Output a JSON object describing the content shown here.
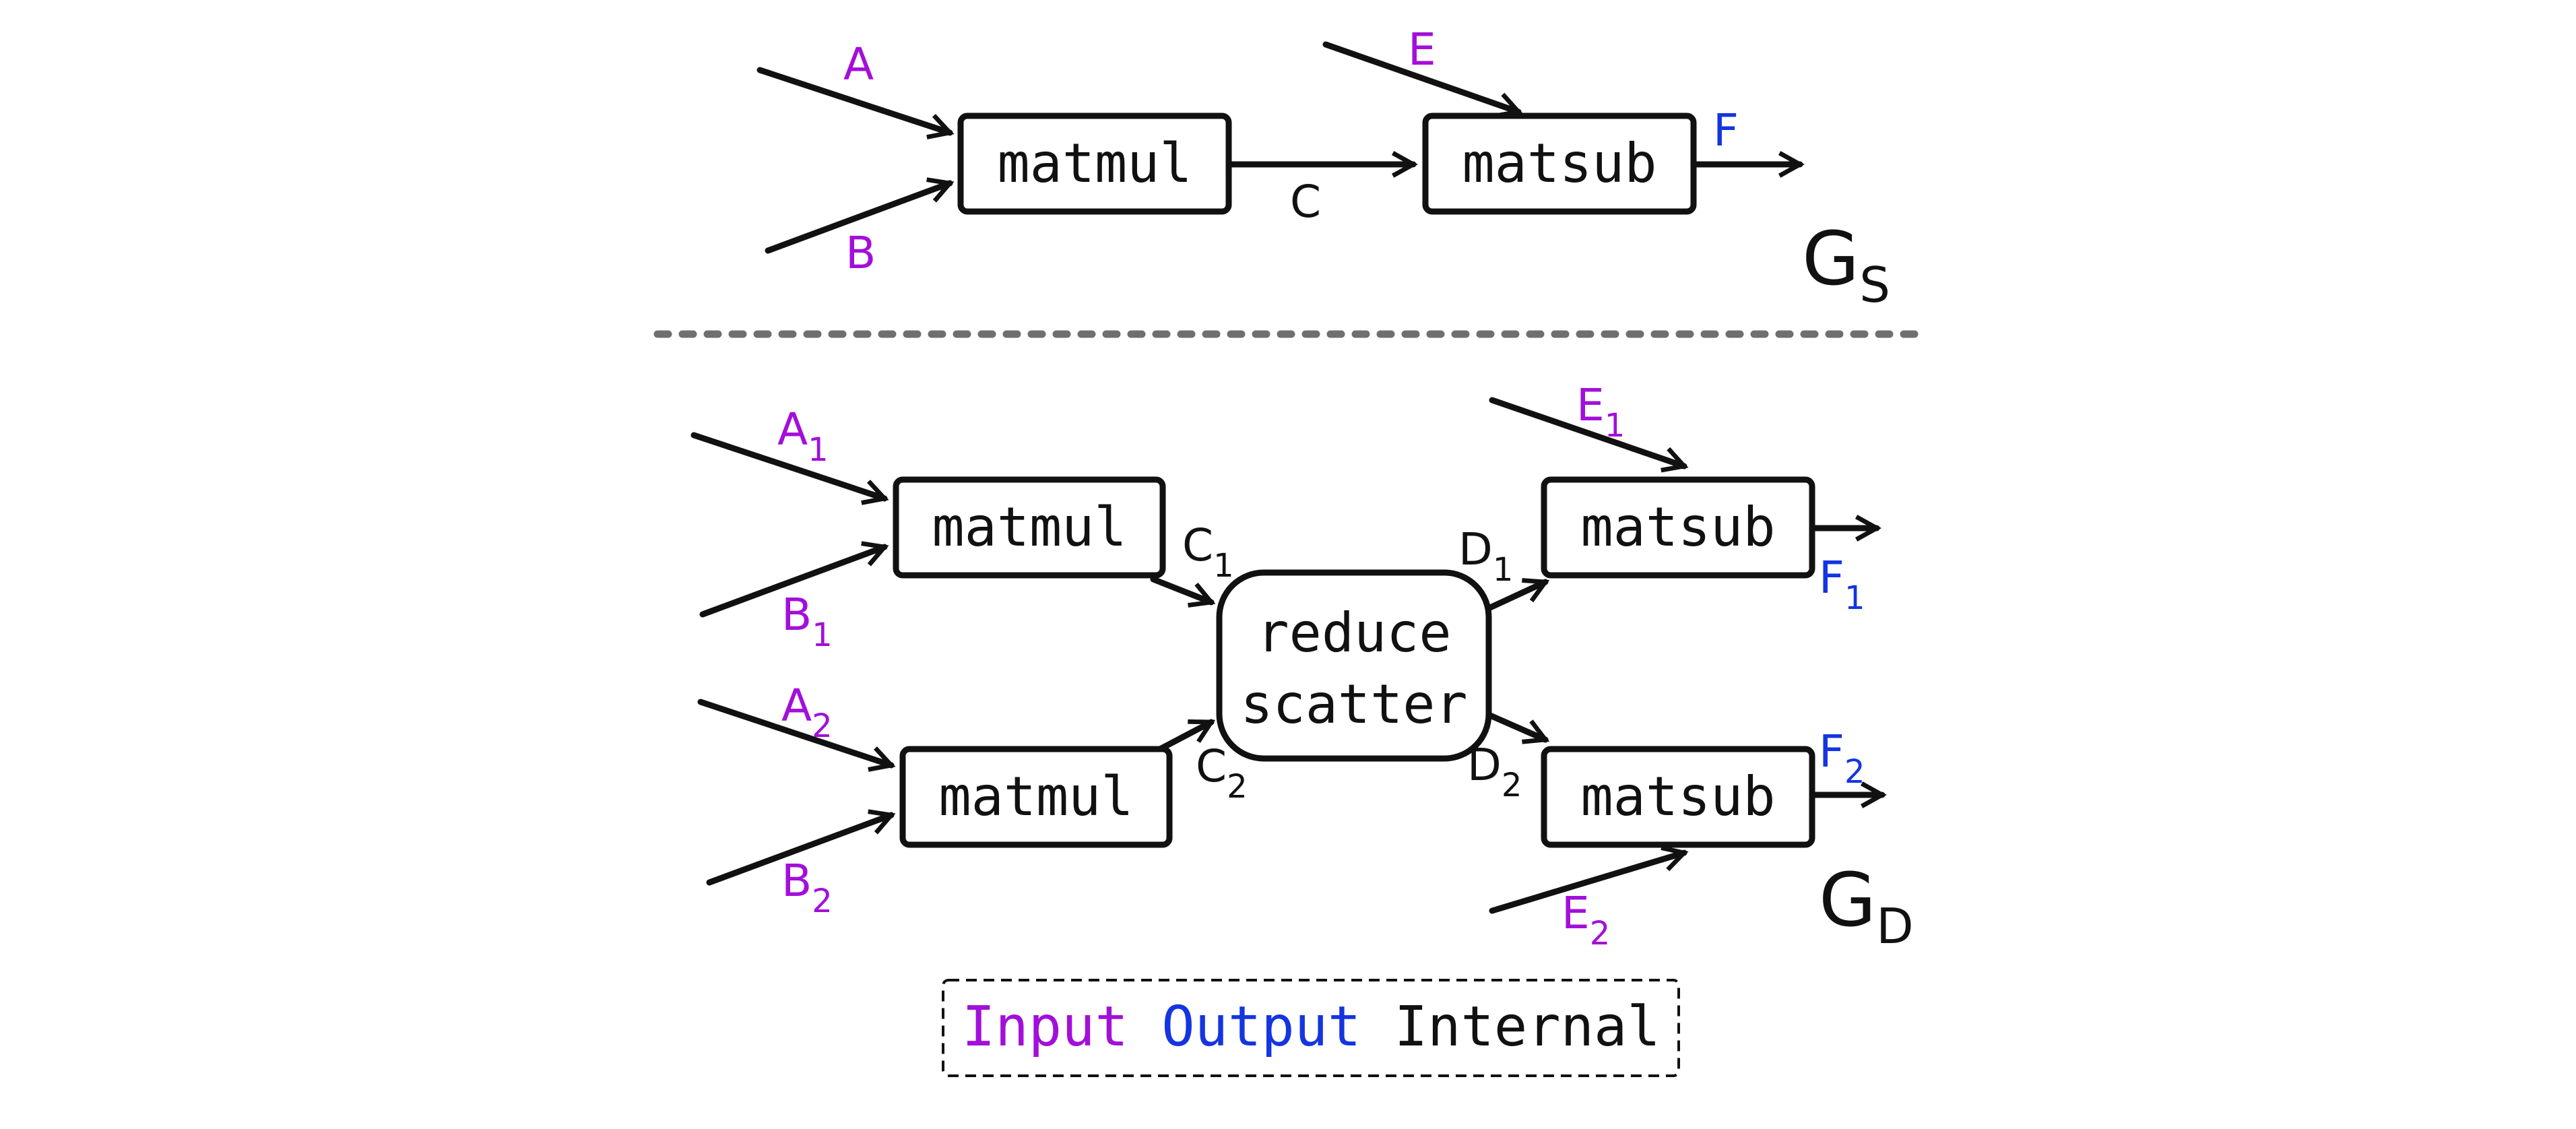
{
  "colors": {
    "input": "#a20fd9",
    "output": "#1435e0",
    "internal": "#111111",
    "divider": "#6f6f6f"
  },
  "source_graph": {
    "name": "G",
    "name_sub": "S",
    "nodes": {
      "matmul": "matmul",
      "matsub": "matsub"
    },
    "edges": {
      "a": "A",
      "b": "B",
      "c": "C",
      "e": "E",
      "f": "F"
    }
  },
  "distributed_graph": {
    "name": "G",
    "name_sub": "D",
    "nodes": {
      "matmul1": "matmul",
      "matmul2": "matmul",
      "reduce_line1": "reduce",
      "reduce_line2": "scatter",
      "matsub1": "matsub",
      "matsub2": "matsub"
    },
    "edges": {
      "a1": {
        "base": "A",
        "sub": "1"
      },
      "b1": {
        "base": "B",
        "sub": "1"
      },
      "a2": {
        "base": "A",
        "sub": "2"
      },
      "b2": {
        "base": "B",
        "sub": "2"
      },
      "c1": {
        "base": "C",
        "sub": "1"
      },
      "c2": {
        "base": "C",
        "sub": "2"
      },
      "d1": {
        "base": "D",
        "sub": "1"
      },
      "d2": {
        "base": "D",
        "sub": "2"
      },
      "e1": {
        "base": "E",
        "sub": "1"
      },
      "e2": {
        "base": "E",
        "sub": "2"
      },
      "f1": {
        "base": "F",
        "sub": "1"
      },
      "f2": {
        "base": "F",
        "sub": "2"
      }
    }
  },
  "legend": {
    "input": "Input",
    "output": "Output",
    "internal": "Internal"
  }
}
